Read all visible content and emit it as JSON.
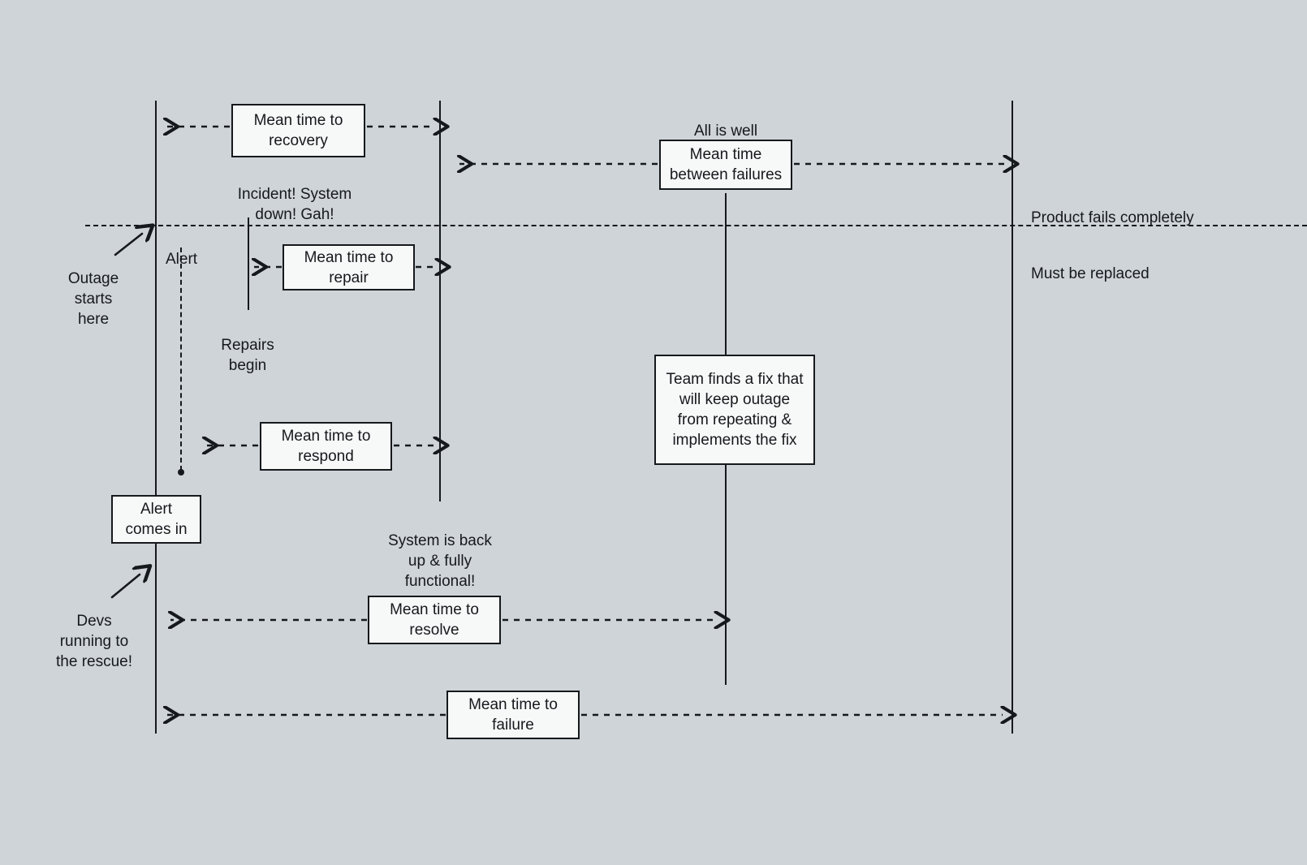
{
  "diagram": {
    "title": "Incident response time metrics timeline",
    "colors": {
      "background": "#ced4d8",
      "box_fill": "#f7f8f8",
      "stroke": "#16191c"
    },
    "boxes": [
      {
        "id": "mttrecovery",
        "label": "Mean time to\nrecovery"
      },
      {
        "id": "mtbf",
        "label": "Mean time\nbetween failures"
      },
      {
        "id": "mttrepair",
        "label": "Mean time to\nrepair"
      },
      {
        "id": "teamfix",
        "label": "Team finds a fix that\nwill keep outage from\nrepeating &\nimplements the fix"
      },
      {
        "id": "mttrespond",
        "label": "Mean time to\nrespond"
      },
      {
        "id": "alertcomesin",
        "label": "Alert\ncomes in"
      },
      {
        "id": "mttresolve",
        "label": "Mean time to\nresolve"
      },
      {
        "id": "mttfailure",
        "label": "Mean time to\nfailure"
      }
    ],
    "annotations": [
      {
        "id": "all-is-well",
        "label": "All is well"
      },
      {
        "id": "incident",
        "label": "Incident! System\ndown! Gah!"
      },
      {
        "id": "product-fails",
        "label": "Product fails completely"
      },
      {
        "id": "must-be-replaced",
        "label": "Must be replaced"
      },
      {
        "id": "alert",
        "label": "Alert"
      },
      {
        "id": "outage-starts",
        "label": "Outage\nstarts\nhere"
      },
      {
        "id": "repairs-begin",
        "label": "Repairs\nbegin"
      },
      {
        "id": "system-back-up",
        "label": "System is back\nup & fully\nfunctional!"
      },
      {
        "id": "devs-running",
        "label": "Devs\nrunning to\nthe rescue!"
      }
    ]
  }
}
